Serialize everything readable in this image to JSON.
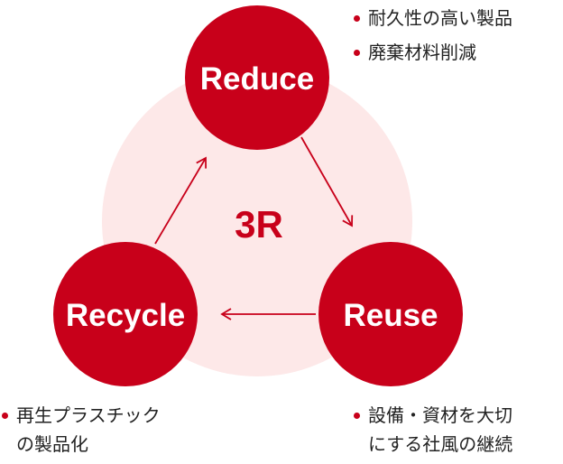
{
  "center": {
    "label": "3R"
  },
  "stages": {
    "reduce": {
      "label": "Reduce"
    },
    "reuse": {
      "label": "Reuse"
    },
    "recycle": {
      "label": "Recycle"
    }
  },
  "notes": {
    "reduce": [
      "耐久性の高い製品",
      "廃棄材料削減"
    ],
    "reuse": {
      "line1": "設備・資材を大切",
      "line2": "にする社風の継続"
    },
    "recycle": {
      "line1": "再生プラスチック",
      "line2": "の製品化"
    }
  },
  "colors": {
    "accent": "#c8001a",
    "background_circle": "#fde8e8",
    "text": "#222222"
  }
}
